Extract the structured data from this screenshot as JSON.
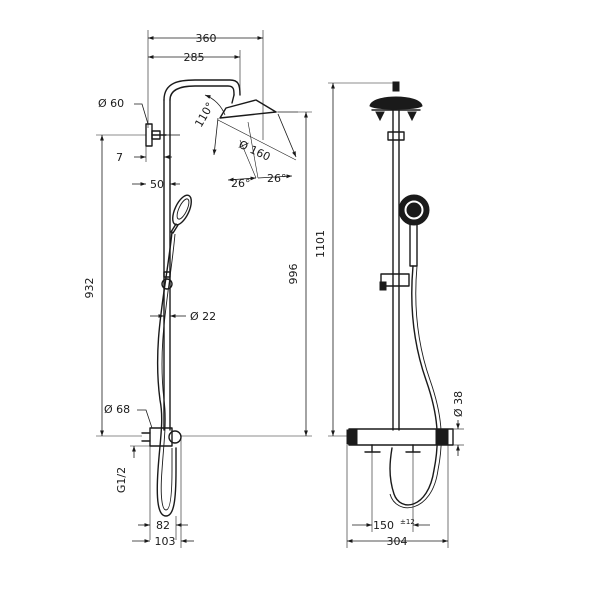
{
  "side_view": {
    "width_top": "360",
    "arm_reach": "285",
    "wall_bracket_diameter": "Ø 60",
    "tilt_angle": "110°",
    "head_diameter": "Ø 160",
    "head_angle_left": "26°",
    "head_angle_right": "26°",
    "bracket_offset": "7",
    "riser_offset": "50",
    "riser_height": "932",
    "overall_height": "996",
    "pipe_diameter": "Ø 22",
    "mixer_diameter": "Ø 68",
    "thread": "G1/2",
    "inlet_offset": "82",
    "mixer_depth": "103"
  },
  "front_view": {
    "total_height": "1101",
    "inlet_centers": "150",
    "inlet_tolerance": "±12",
    "total_width": "304",
    "mixer_body_diameter": "Ø 38"
  }
}
